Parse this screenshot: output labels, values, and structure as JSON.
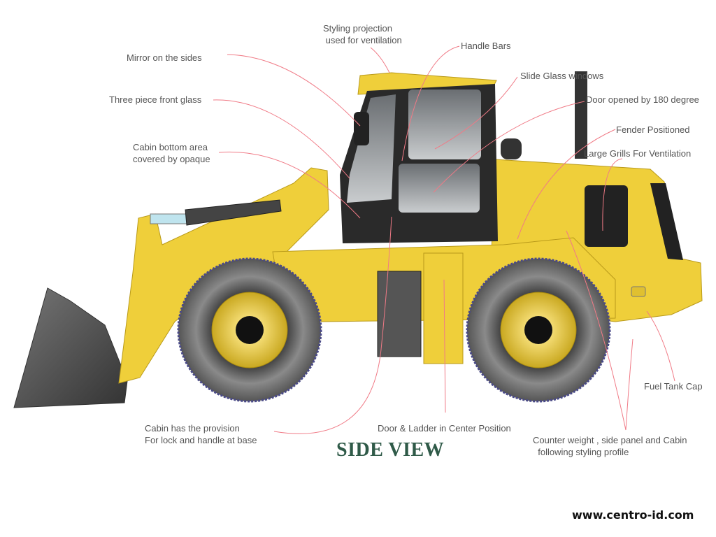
{
  "title": "SIDE VIEW",
  "website": "www.centro-id.com",
  "callouts": {
    "styling_projection": [
      "Styling projection",
      "used for ventilation"
    ],
    "handle_bars": "Handle Bars",
    "mirror": "Mirror on the sides",
    "slide_glass": "Slide Glass windows",
    "front_glass": "Three piece front glass",
    "door_opened": "Door opened by 180 degree",
    "fender": "Fender Positioned",
    "cabin_bottom": [
      "Cabin bottom area",
      "covered by opaque"
    ],
    "grills": "Large Grills For Ventilation",
    "fuel_cap": "Fuel Tank Cap",
    "cabin_lock": [
      "Cabin has the provision",
      "For lock and handle at base"
    ],
    "door_ladder": "Door & Ladder in Center Position",
    "counter_weight": [
      "Counter weight , side panel and Cabin",
      "following styling profile"
    ]
  },
  "colors": {
    "body": "#efcf3a",
    "leader": "#f07a86",
    "title": "#2f5a48"
  }
}
